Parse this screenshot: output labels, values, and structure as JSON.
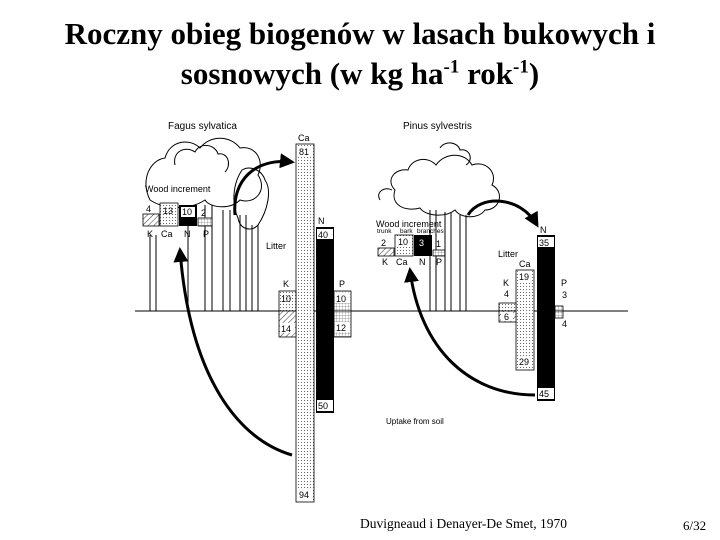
{
  "title": {
    "line1": "Roczny obieg biogenów w lasach bukowych i",
    "line2_pre": "sosnowych (w kg ha",
    "line2_sup1": "-1",
    "line2_mid": " rok",
    "line2_sup2": "-1",
    "line2_post": ")"
  },
  "citation": "Duvigneaud i Denayer-De Smet, 1970",
  "page_number": "6/32",
  "beech": {
    "species": "Fagus sylvatica",
    "wood_increment_label": "Wood increment",
    "increment": {
      "K": "4",
      "Ca": "13",
      "N": "10",
      "P": "2"
    },
    "element_labels": {
      "K": "K",
      "Ca": "Ca",
      "N": "N",
      "P": "P"
    },
    "litter_label": "Litter",
    "ca_label": "Ca",
    "ca_litter": "81",
    "ca_uptake": "94",
    "n_label": "N",
    "n_litter": "40",
    "n_uptake": "50",
    "k_label": "K",
    "k_litter": "10",
    "k_uptake": "14",
    "p_label": "P",
    "p_litter": "10",
    "p_uptake": "12"
  },
  "pine": {
    "species": "Pinus sylvestris",
    "wood_increment_label": "Wood increment",
    "increment_sublabels": [
      "trunk",
      "bark",
      "branches"
    ],
    "increment": {
      "K": "2",
      "Ca": "10",
      "N": "3",
      "P": "1"
    },
    "element_labels": {
      "K": "K",
      "Ca": "Ca",
      "N": "N",
      "P": "P"
    },
    "litter_label": "Litter",
    "ca_label": "Ca",
    "ca_litter": "19",
    "ca_uptake": "29",
    "n_label": "N",
    "n_litter": "35",
    "n_uptake": "45",
    "k_label": "K",
    "k_litter": "4",
    "k_uptake": "6",
    "p_label": "P",
    "p_litter": "3",
    "p_uptake": "4"
  },
  "uptake_label": "Uptake from soil"
}
